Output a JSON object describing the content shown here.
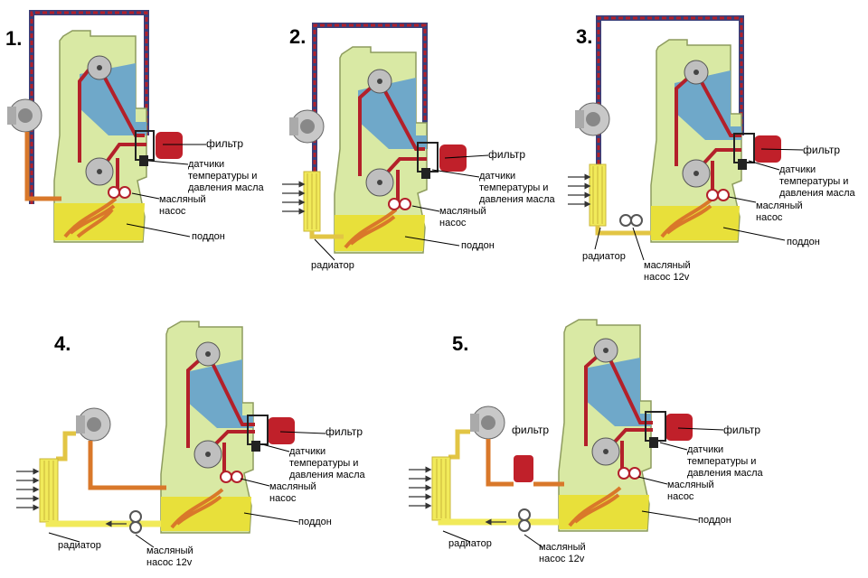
{
  "colors": {
    "block": "#d9e9a4",
    "block_stroke": "#9aa86a",
    "coolant": "#6fa8c9",
    "oil_line": "#b3202a",
    "oil_line_outer": "#3a3f7a",
    "filter": "#c0202a",
    "sump_oil": "#e8e03a",
    "hot_oil": "#d9782a",
    "return_line": "#e2c544",
    "cold_line": "#f1ea5a"
  },
  "labels": {
    "filter": "фильтр",
    "sensors_l1": "датчики",
    "sensors_l2": "температуры и",
    "sensors_l3": "давления масла",
    "pump_l1": "масляный",
    "pump_l2": "насос",
    "sump": "поддон",
    "radiator": "радиатор",
    "pump12_l1": "масляный",
    "pump12_l2": "насос 12v"
  },
  "panels": [
    {
      "number": "1."
    },
    {
      "number": "2."
    },
    {
      "number": "3."
    },
    {
      "number": "4."
    },
    {
      "number": "5."
    }
  ]
}
